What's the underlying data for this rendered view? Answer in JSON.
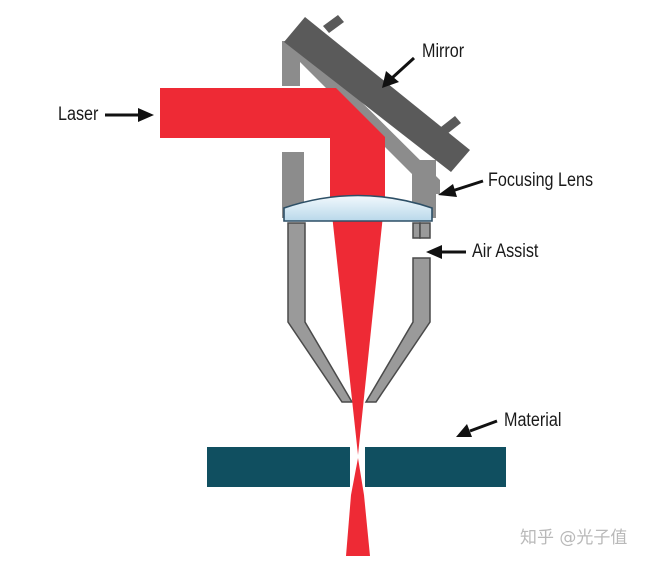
{
  "labels": {
    "mirror": "Mirror",
    "laser": "Laser",
    "focusing_lens": "Focusing Lens",
    "air_assist": "Air Assist",
    "material": "Material"
  },
  "watermark": "知乎 @光子值",
  "colors": {
    "laser_beam": "#ee2a35",
    "housing": "#8c8c8c",
    "mirror": "#5a5a5a",
    "lens": "#d9ecf7",
    "material": "#104f60",
    "label_text": "#1a1a1a"
  }
}
